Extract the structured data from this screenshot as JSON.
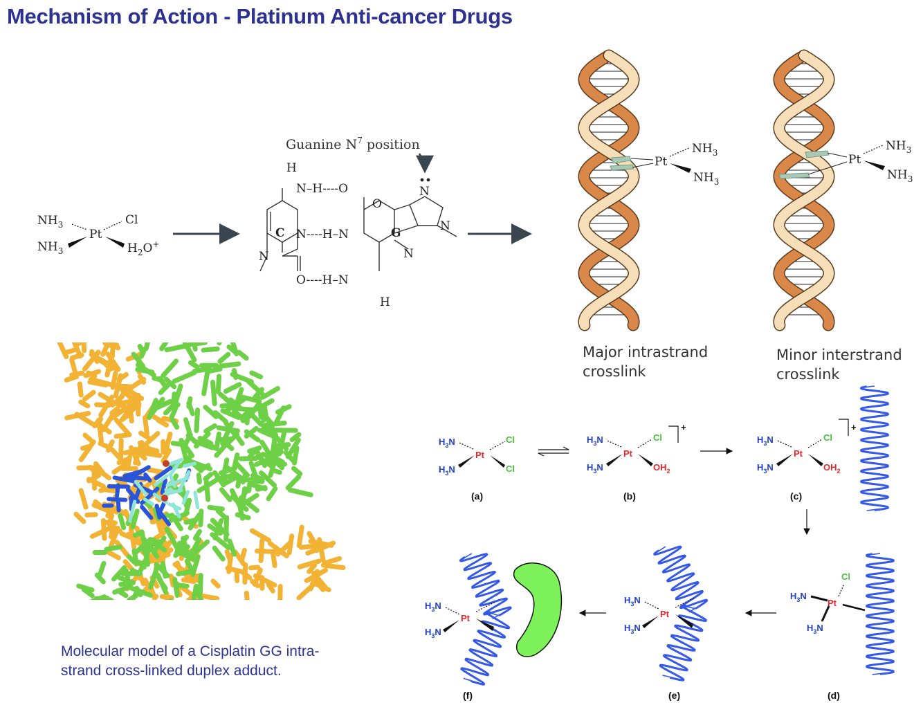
{
  "title": "Mechanism of Action - Platinum Anti-cancer Drugs",
  "guanine_label": "Guanine N",
  "guanine_sup": "7",
  "guanine_label_tail": " position",
  "major_caption": [
    "Major intrastrand",
    "crosslink"
  ],
  "minor_caption": [
    "Minor interstrand",
    "crosslink"
  ],
  "model_caption": "Molecular model of a Cisplatin GG intra-strand cross-linked duplex adduct.",
  "pathway_labels": [
    "(a)",
    "(b)",
    "(c)",
    "(d)",
    "(e)",
    "(f)"
  ],
  "chem": {
    "nh3": "NH",
    "three": "3",
    "pt": "Pt",
    "cl": "Cl",
    "h2o": "H",
    "h2o_sub": "2",
    "h2o_tail": "O",
    "plus": "+",
    "h3n": "H",
    "h3n_sub": "3",
    "h3n_tail": "N",
    "oh2": "OH",
    "oh2_sub": "2",
    "h": "H",
    "n": "N",
    "o": "O",
    "c_base": "C",
    "g_base": "G",
    "nh_h": "N–H----O",
    "n_h": "N----H–N",
    "o_h": "O----H–N"
  },
  "colors": {
    "title": "#2d3190",
    "helix_light": "#f6dfb8",
    "helix_dark": "#d9884a",
    "amine": "#1f3fd1",
    "platinum": "#e8262a",
    "chlorine": "#48c23a",
    "dna_blue": "#3358e8",
    "protein": "#7ef25a"
  }
}
